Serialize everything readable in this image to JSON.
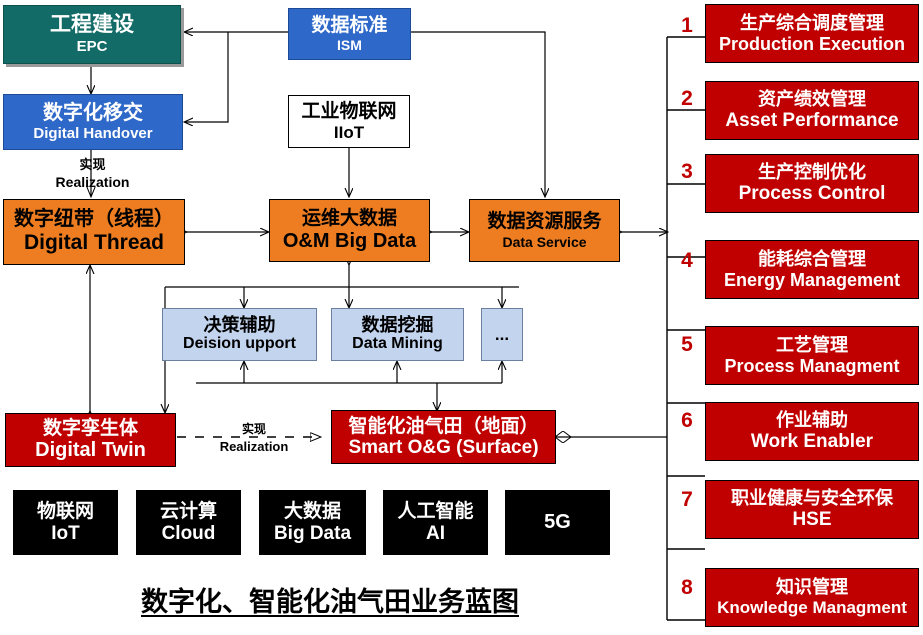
{
  "title": {
    "text": "数字化、智能化油气田业务蓝图"
  },
  "palette": {
    "teal": "#126B66",
    "blue": "#2E68C8",
    "orange": "#ED7D20",
    "light_blue": "#C2D4EE",
    "red": "#C00000",
    "black": "#000000",
    "white": "#FFFFFF",
    "number_color": "#C00000"
  },
  "left_blocks": {
    "epc": {
      "cn": "工程建设",
      "en": "EPC"
    },
    "ism": {
      "cn": "数据标准",
      "en": "ISM"
    },
    "digital_handover": {
      "cn": "数字化移交",
      "en": "Digital Handover"
    },
    "iiot": {
      "cn": "工业物联网",
      "en": "IIoT"
    },
    "digital_thread": {
      "cn": "数字纽带（线程）",
      "en": "Digital Thread"
    },
    "om_big_data": {
      "cn": "运维大数据",
      "en": "O&M Big Data"
    },
    "data_service": {
      "cn": "数据资源服务",
      "en": "Data Service"
    },
    "decision_support": {
      "cn": "决策辅助",
      "en": "Deision upport"
    },
    "data_mining": {
      "cn": "数据挖掘",
      "en": "Data Mining"
    },
    "more": {
      "cn": "",
      "en": "..."
    },
    "digital_twin": {
      "cn": "数字孪生体",
      "en": "Digital Twin"
    },
    "smart_og": {
      "cn": "智能化油气田（地面）",
      "en": "Smart O&G (Surface)"
    }
  },
  "edge_labels": {
    "realization_1": {
      "cn": "实现",
      "en": "Realization"
    },
    "realization_2": {
      "cn": "实现",
      "en": "Realization"
    }
  },
  "tech_bar": [
    {
      "cn": "物联网",
      "en": "IoT"
    },
    {
      "cn": "云计算",
      "en": "Cloud"
    },
    {
      "cn": "大数据",
      "en": "Big Data"
    },
    {
      "cn": "人工智能",
      "en": "AI"
    },
    {
      "cn": "",
      "en": "5G"
    }
  ],
  "right_list": [
    {
      "num": "1",
      "cn": "生产综合调度管理",
      "en": "Production Execution"
    },
    {
      "num": "2",
      "cn": "资产绩效管理",
      "en": "Asset Performance"
    },
    {
      "num": "3",
      "cn": "生产控制优化",
      "en": "Process Control"
    },
    {
      "num": "4",
      "cn": "能耗综合管理",
      "en": "Energy Management"
    },
    {
      "num": "5",
      "cn": "工艺管理",
      "en": "Process Managment"
    },
    {
      "num": "6",
      "cn": "作业辅助",
      "en": "Work Enabler"
    },
    {
      "num": "7",
      "cn": "职业健康与安全环保",
      "en": "HSE"
    },
    {
      "num": "8",
      "cn": "知识管理",
      "en": "Knowledge Managment"
    }
  ]
}
